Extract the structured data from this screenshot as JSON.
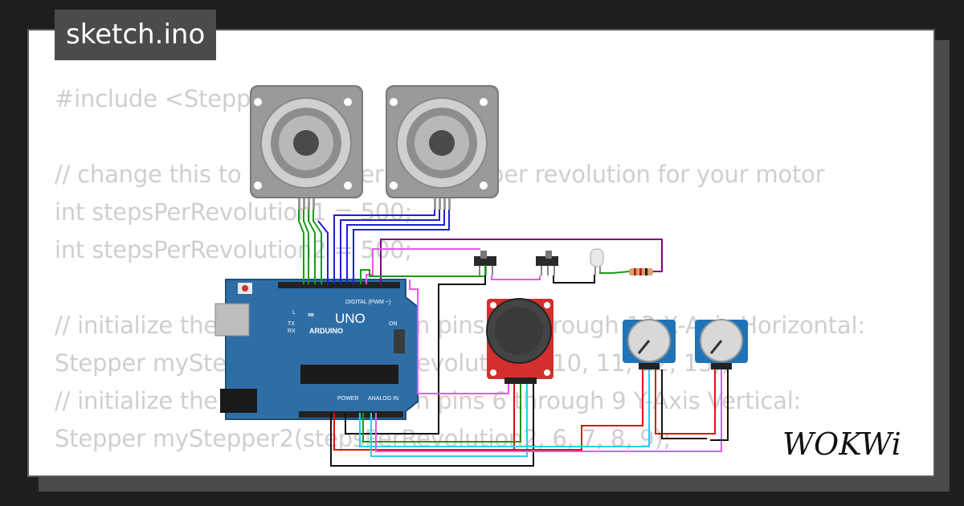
{
  "file_title": "sketch.ino",
  "code_lines": [
    "#include <Stepper.h>",
    "",
    "// change this to the number of steps per revolution for your motor",
    "int stepsPerRevolution1 = 500;",
    "int stepsPerRevolution2 = 500;",
    "",
    "// initialize the stepper library on pins 10 through 13  X-Axis Horizontal:",
    "Stepper myStepper1(stepsPerRevolution1, 10, 11, 12, 13);",
    "// initialize the stepper library on pins 6 through 9   Y-Axis Vertical:",
    "Stepper myStepper2(stepsPerRevolution2, 6, 7, 8, 9);"
  ],
  "board": {
    "logo_text": "UNO",
    "brand_text": "ARDUINO",
    "digital_label": "DIGITAL (PWM ~)",
    "power_label": "POWER",
    "analog_label": "ANALOG IN",
    "led_labels": [
      "L",
      "TX",
      "RX",
      "ON"
    ]
  },
  "brand": "WOKWi",
  "colors": {
    "background": "#1e1e1e",
    "card": "#ffffff",
    "code_text": "#cfcfcf",
    "board": "#2e6ea6",
    "joystick_board": "#d32f2f",
    "pot_board": "#1f73b7",
    "wire_green": "#1a9a1a",
    "wire_blue": "#1f1fd6",
    "wire_purple": "#800080",
    "wire_pink": "#ee55ee",
    "wire_cyan": "#22d3ee",
    "wire_red": "#e01010",
    "wire_black": "#111111"
  }
}
